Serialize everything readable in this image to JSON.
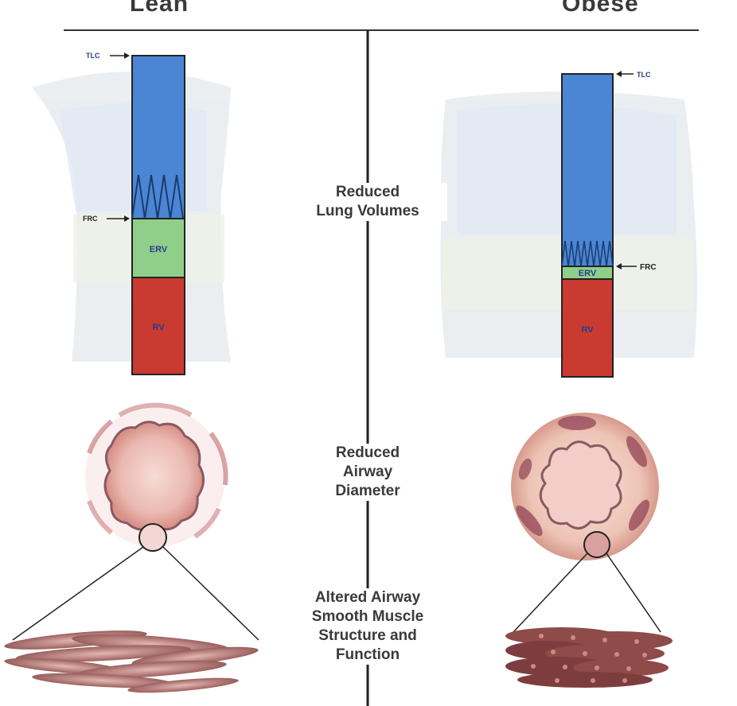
{
  "headings": {
    "left": "Lean",
    "right": "Obese"
  },
  "center_labels": {
    "lung_volumes": [
      "Reduced",
      "Lung Volumes"
    ],
    "airway_diameter": [
      "Reduced",
      "Airway",
      "Diameter"
    ],
    "smooth_muscle": [
      "Altered Airway",
      "Smooth Muscle",
      "Structure and",
      "Function"
    ]
  },
  "lean_column": {
    "tlc": "TLC",
    "frc": "FRC",
    "erv": "ERV",
    "rv": "RV"
  },
  "obese_column": {
    "tlc": "TLC",
    "frc": "FRC",
    "erv": "ERV",
    "rv": "RV"
  },
  "colors": {
    "tlc_blue": "#4a86d4",
    "erv_green": "#8fcf8a",
    "rv_red": "#c93a30",
    "wave_navy": "#1d3a6e",
    "label_navy": "#2b3b8c",
    "text_gray": "#3a3a3a"
  }
}
